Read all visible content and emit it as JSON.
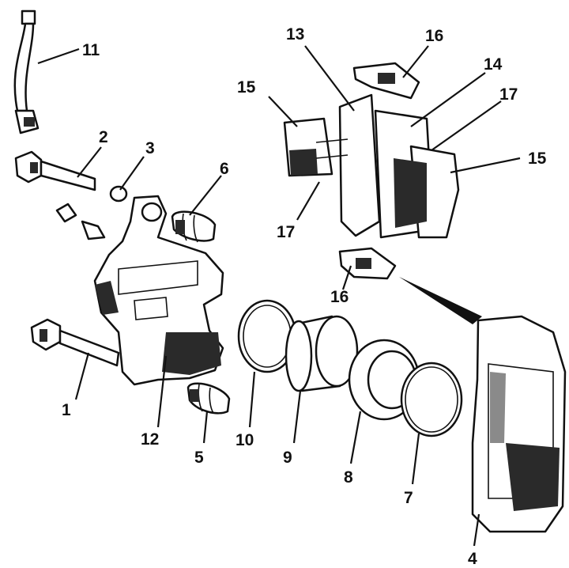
{
  "diagram": {
    "colors": {
      "ink": "#111111",
      "shade": "#2a2a2a",
      "paper": "#ffffff"
    },
    "callouts": [
      {
        "id": "1",
        "label": "1"
      },
      {
        "id": "2",
        "label": "2"
      },
      {
        "id": "3",
        "label": "3"
      },
      {
        "id": "4",
        "label": "4"
      },
      {
        "id": "5",
        "label": "5"
      },
      {
        "id": "6",
        "label": "6"
      },
      {
        "id": "7",
        "label": "7"
      },
      {
        "id": "8",
        "label": "8"
      },
      {
        "id": "9",
        "label": "9"
      },
      {
        "id": "10",
        "label": "10"
      },
      {
        "id": "11",
        "label": "11"
      },
      {
        "id": "12",
        "label": "12"
      },
      {
        "id": "13",
        "label": "13"
      },
      {
        "id": "14",
        "label": "14"
      },
      {
        "id": "15a",
        "label": "15"
      },
      {
        "id": "15b",
        "label": "15"
      },
      {
        "id": "16a",
        "label": "16"
      },
      {
        "id": "16b",
        "label": "16"
      },
      {
        "id": "17a",
        "label": "17"
      },
      {
        "id": "17b",
        "label": "17"
      }
    ]
  }
}
